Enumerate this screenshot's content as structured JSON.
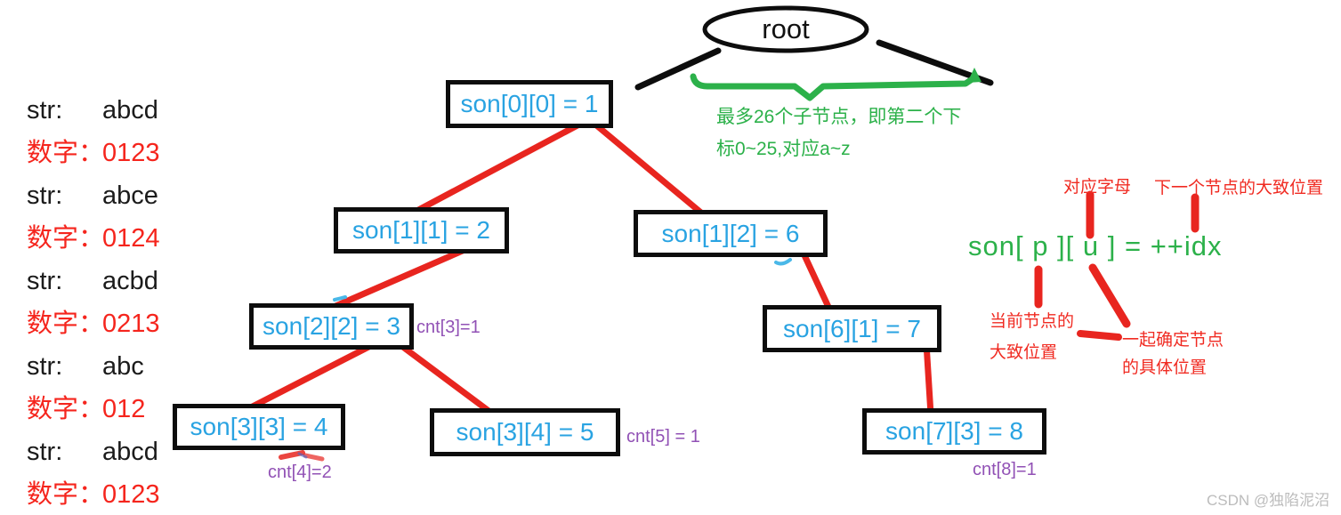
{
  "word_list": {
    "rows": [
      {
        "label": "str:",
        "value": "abcd",
        "type": "str"
      },
      {
        "label": "数字：",
        "value": "0123",
        "type": "num"
      },
      {
        "label": "str:",
        "value": "abce",
        "type": "str"
      },
      {
        "label": "数字：",
        "value": "0124",
        "type": "num"
      },
      {
        "label": "str:",
        "value": "acbd",
        "type": "str"
      },
      {
        "label": "数字：",
        "value": "0213",
        "type": "num"
      },
      {
        "label": "str:",
        "value": "abc",
        "type": "str"
      },
      {
        "label": "数字：",
        "value": "012",
        "type": "num"
      },
      {
        "label": "str:",
        "value": "abcd",
        "type": "str"
      },
      {
        "label": "数字：",
        "value": "0123",
        "type": "num"
      }
    ]
  },
  "tree": {
    "root_label": "root",
    "nodes": [
      {
        "id": "son00",
        "label": "son[0][0] = 1"
      },
      {
        "id": "son11",
        "label": "son[1][1] = 2"
      },
      {
        "id": "son12",
        "label": "son[1][2] = 6"
      },
      {
        "id": "son22",
        "label": "son[2][2] = 3"
      },
      {
        "id": "son33",
        "label": "son[3][3] = 4"
      },
      {
        "id": "son34",
        "label": "son[3][4] = 5"
      },
      {
        "id": "son61",
        "label": "son[6][1] = 7"
      },
      {
        "id": "son73",
        "label": "son[7][3] = 8"
      }
    ],
    "cnt_labels": [
      {
        "id": "cnt3",
        "text": "cnt[3]=1"
      },
      {
        "id": "cnt4",
        "text": "cnt[4]=2"
      },
      {
        "id": "cnt5",
        "text": "cnt[5] = 1"
      },
      {
        "id": "cnt8",
        "text": "cnt[8]=1"
      }
    ]
  },
  "annotations": {
    "children_note_line1": "最多26个子节点，即第二个下",
    "children_note_line2": "标0~25,对应a~z",
    "formula": "son[ p ][ u ] = ++idx",
    "label_letter": "对应字母",
    "label_next_pos": "下一个节点的大致位置",
    "label_current_line1": "当前节点的",
    "label_current_line2": "大致位置",
    "label_together_line1": "一起确定节点",
    "label_together_line2": "的具体位置"
  },
  "watermark": "CSDN @独陷泥沼",
  "colors": {
    "node_text_blue": "#29a3e2",
    "line_red": "#e8251f",
    "note_green": "#2cb14a",
    "cnt_purple": "#9151b5",
    "text_black": "#1b1b1b"
  }
}
